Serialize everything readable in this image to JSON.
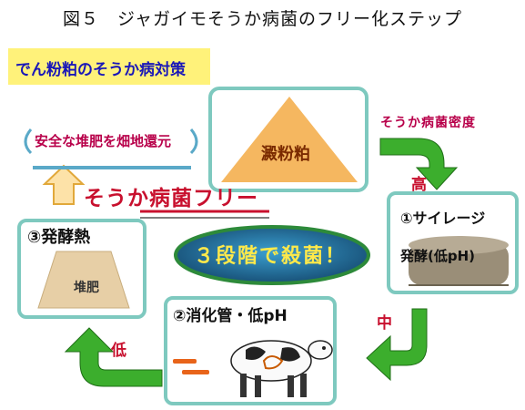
{
  "figure": {
    "title": "図５　ジャガイモそうか病菌のフリー化ステップ",
    "banner": "でん粉粕のそうか病対策",
    "center_label": "澱粉粕",
    "density_label": "そうか病菌密度",
    "levels": {
      "high": "高",
      "mid": "中",
      "low": "低"
    },
    "stage1": {
      "title": "①サイレージ",
      "subtitle": "発酵(低pH)"
    },
    "stage2": {
      "title": "②消化管・低pH"
    },
    "stage3": {
      "title": "③発酵熱",
      "pile_label": "堆肥"
    },
    "compost_return": "安全な堆肥を畑地還元",
    "free_label": "そうか病菌フリー",
    "kill_message": "３段階で殺菌！"
  },
  "colors": {
    "box_border": "#7ec9bf",
    "banner_bg": "#fff27a",
    "banner_text": "#1a18b8",
    "triangle": "#f5b760",
    "arrow_green": "#3cae2d",
    "accent_red": "#c8102e",
    "oval": "#1e5f8a"
  }
}
